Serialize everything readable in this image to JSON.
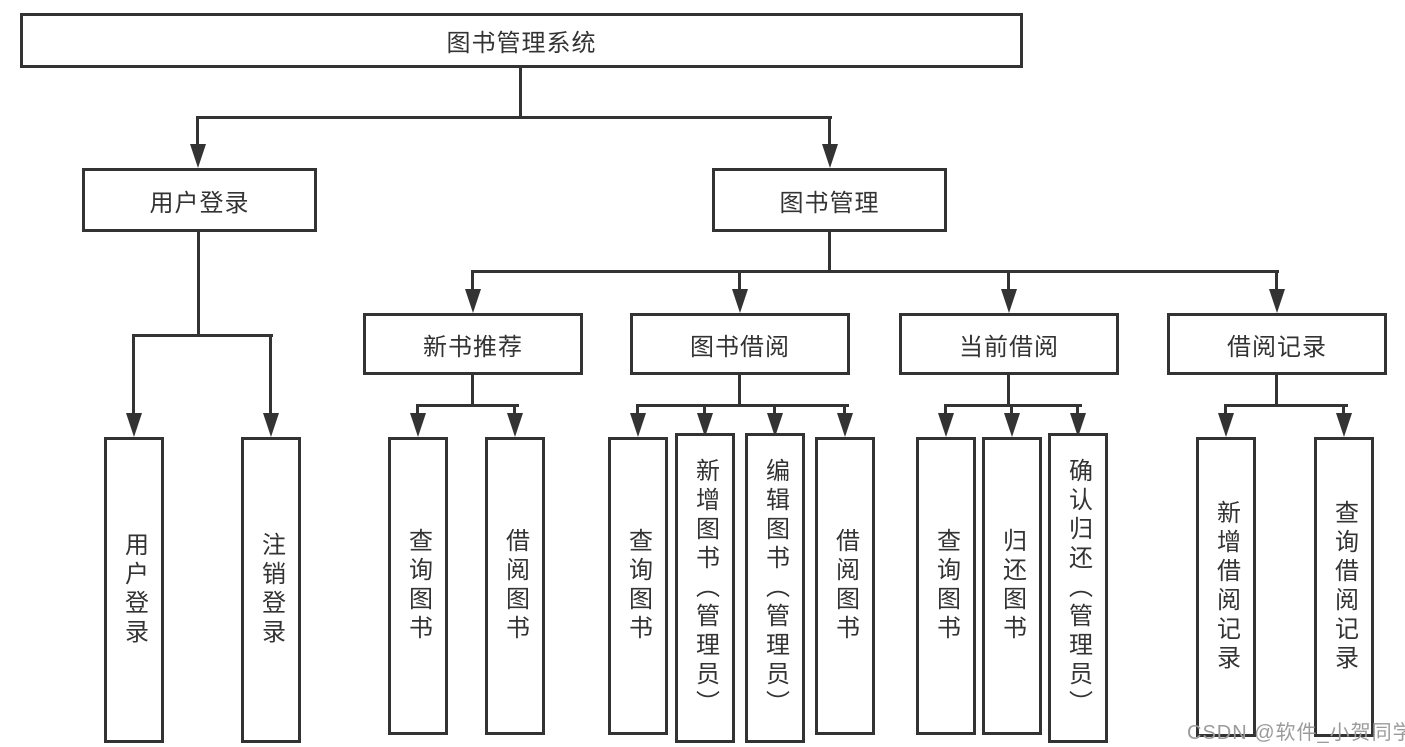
{
  "root": {
    "label": "图书管理系统"
  },
  "branches": [
    {
      "label": "用户登录",
      "children": [
        {
          "label": "用户登录"
        },
        {
          "label": "注销登录"
        }
      ]
    },
    {
      "label": "图书管理",
      "children": [
        {
          "label": "新书推荐",
          "children": [
            {
              "label": "查询图书"
            },
            {
              "label": "借阅图书"
            }
          ]
        },
        {
          "label": "图书借阅",
          "children": [
            {
              "label": "查询图书"
            },
            {
              "label": "新增图书（管理员）"
            },
            {
              "label": "编辑图书（管理员）"
            },
            {
              "label": "借阅图书"
            }
          ]
        },
        {
          "label": "当前借阅",
          "children": [
            {
              "label": "查询图书"
            },
            {
              "label": "归还图书"
            },
            {
              "label": "确认归还（管理员）"
            }
          ]
        },
        {
          "label": "借阅记录",
          "children": [
            {
              "label": "新增借阅记录"
            },
            {
              "label": "查询借阅记录"
            }
          ]
        }
      ]
    }
  ],
  "watermark": {
    "text": "CSDN @软件_小贺同学"
  },
  "colors": {
    "line": "#333333",
    "box_border": "#333333",
    "text": "#333333",
    "watermark": "#9b9b9b",
    "background": "#ffffff"
  }
}
